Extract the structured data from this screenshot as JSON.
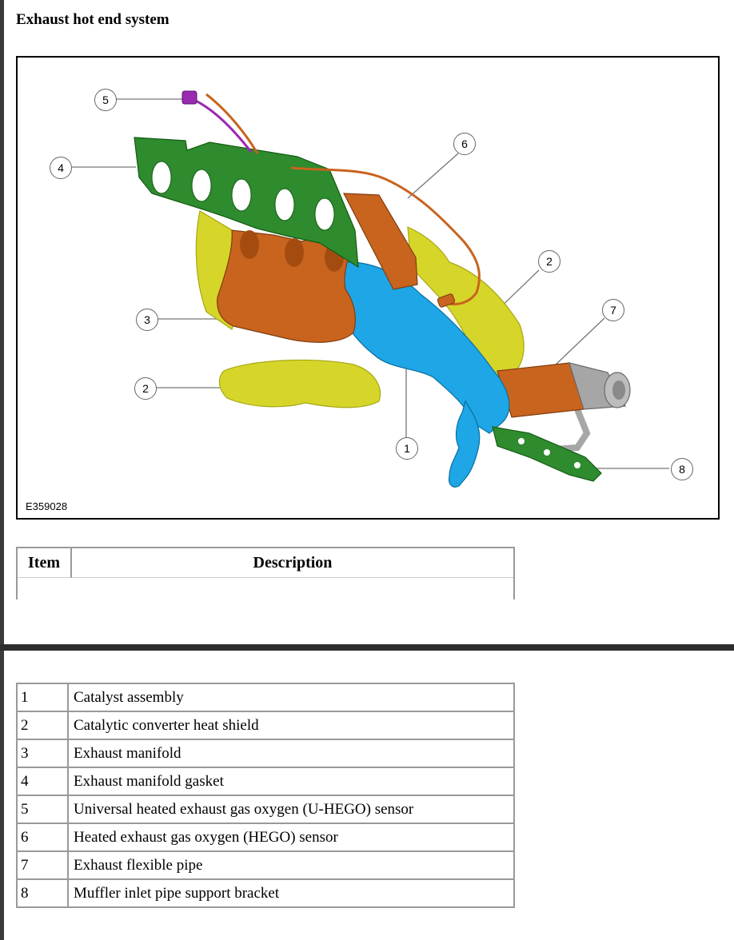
{
  "page_title": "Exhaust hot end system",
  "figure": {
    "id": "E359028",
    "callouts": [
      "5",
      "4",
      "6",
      "2",
      "3",
      "7",
      "2",
      "1",
      "8"
    ]
  },
  "table": {
    "header_item": "Item",
    "header_description": "Description",
    "rows": [
      {
        "item": "1",
        "description": "Catalyst assembly"
      },
      {
        "item": "2",
        "description": "Catalytic converter heat shield"
      },
      {
        "item": "3",
        "description": "Exhaust manifold"
      },
      {
        "item": "4",
        "description": "Exhaust manifold gasket"
      },
      {
        "item": "5",
        "description": "Universal heated exhaust gas oxygen (U-HEGO) sensor"
      },
      {
        "item": "6",
        "description": "Heated exhaust gas oxygen (HEGO) sensor"
      },
      {
        "item": "7",
        "description": "Exhaust flexible pipe"
      },
      {
        "item": "8",
        "description": "Muffler inlet pipe support bracket"
      }
    ]
  },
  "colors": {
    "gasket": "#2e8b2e",
    "manifold": "#c8641e",
    "catalyst": "#1ea6e6",
    "heat_shield": "#d6d62a",
    "flex_pipe": "#a6a6a6",
    "sensor_u_hego": "#9a2ab0"
  }
}
